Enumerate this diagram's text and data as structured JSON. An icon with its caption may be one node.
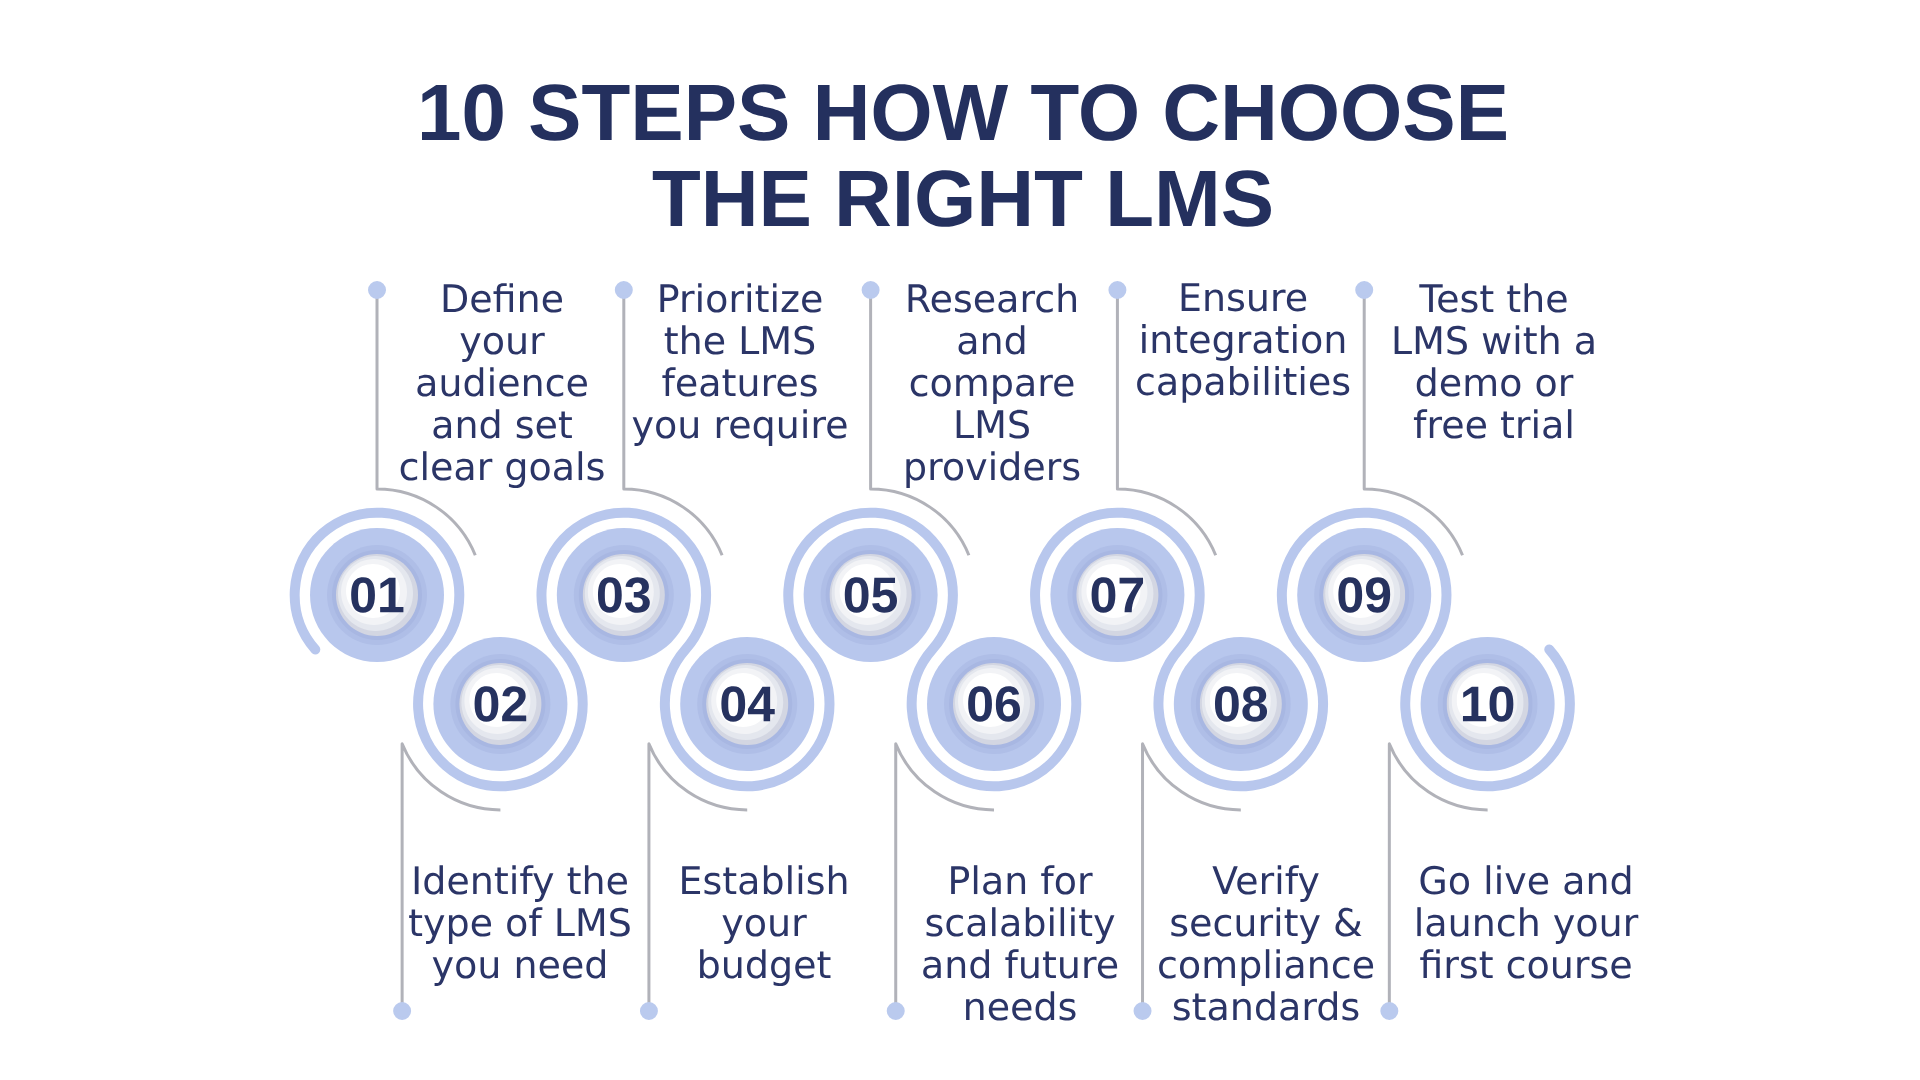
{
  "diagram": {
    "title": "10 STEPS HOW TO CHOOSE THE RIGHT LMS",
    "nodes": [
      {
        "text": [
          "01"
        ]
      },
      {
        "text": [
          "Define your audience and set clear goals"
        ]
      },
      {
        "text": [
          "02"
        ]
      },
      {
        "text": [
          "Identify the type of LMS you need"
        ]
      },
      {
        "text": [
          "03"
        ]
      },
      {
        "text": [
          "Prioritize the LMS features you require"
        ]
      },
      {
        "text": [
          "04"
        ]
      },
      {
        "text": [
          "Establish your budget"
        ]
      },
      {
        "text": [
          "05"
        ]
      },
      {
        "text": [
          "Research and compare LMS providers"
        ]
      },
      {
        "text": [
          "06"
        ]
      },
      {
        "text": [
          "Plan for scalability and future needs"
        ]
      },
      {
        "text": [
          "07"
        ]
      },
      {
        "text": [
          "Ensure integration capabilities"
        ]
      },
      {
        "text": [
          "08"
        ]
      },
      {
        "text": [
          "Verify security & compliance standards"
        ]
      },
      {
        "text": [
          "09"
        ]
      },
      {
        "text": [
          "Test the LMS with a demo or free trial"
        ]
      },
      {
        "text": [
          "10"
        ]
      },
      {
        "text": [
          "Go live and launch your first course"
        ]
      }
    ],
    "edges": [
      {
        "from": 1,
        "to": 0,
        "arrow": "other"
      },
      {
        "from": 3,
        "to": 2,
        "arrow": "other"
      },
      {
        "from": 5,
        "to": 4,
        "arrow": "other"
      },
      {
        "from": 7,
        "to": 6,
        "arrow": "other"
      },
      {
        "from": 9,
        "to": 8,
        "arrow": "other"
      },
      {
        "from": 11,
        "to": 10,
        "arrow": "other"
      },
      {
        "from": 13,
        "to": 12,
        "arrow": "other"
      },
      {
        "from": 15,
        "to": 14,
        "arrow": "other"
      },
      {
        "from": 17,
        "to": 16,
        "arrow": "other"
      },
      {
        "from": 19,
        "to": 18,
        "arrow": "other"
      }
    ]
  }
}
